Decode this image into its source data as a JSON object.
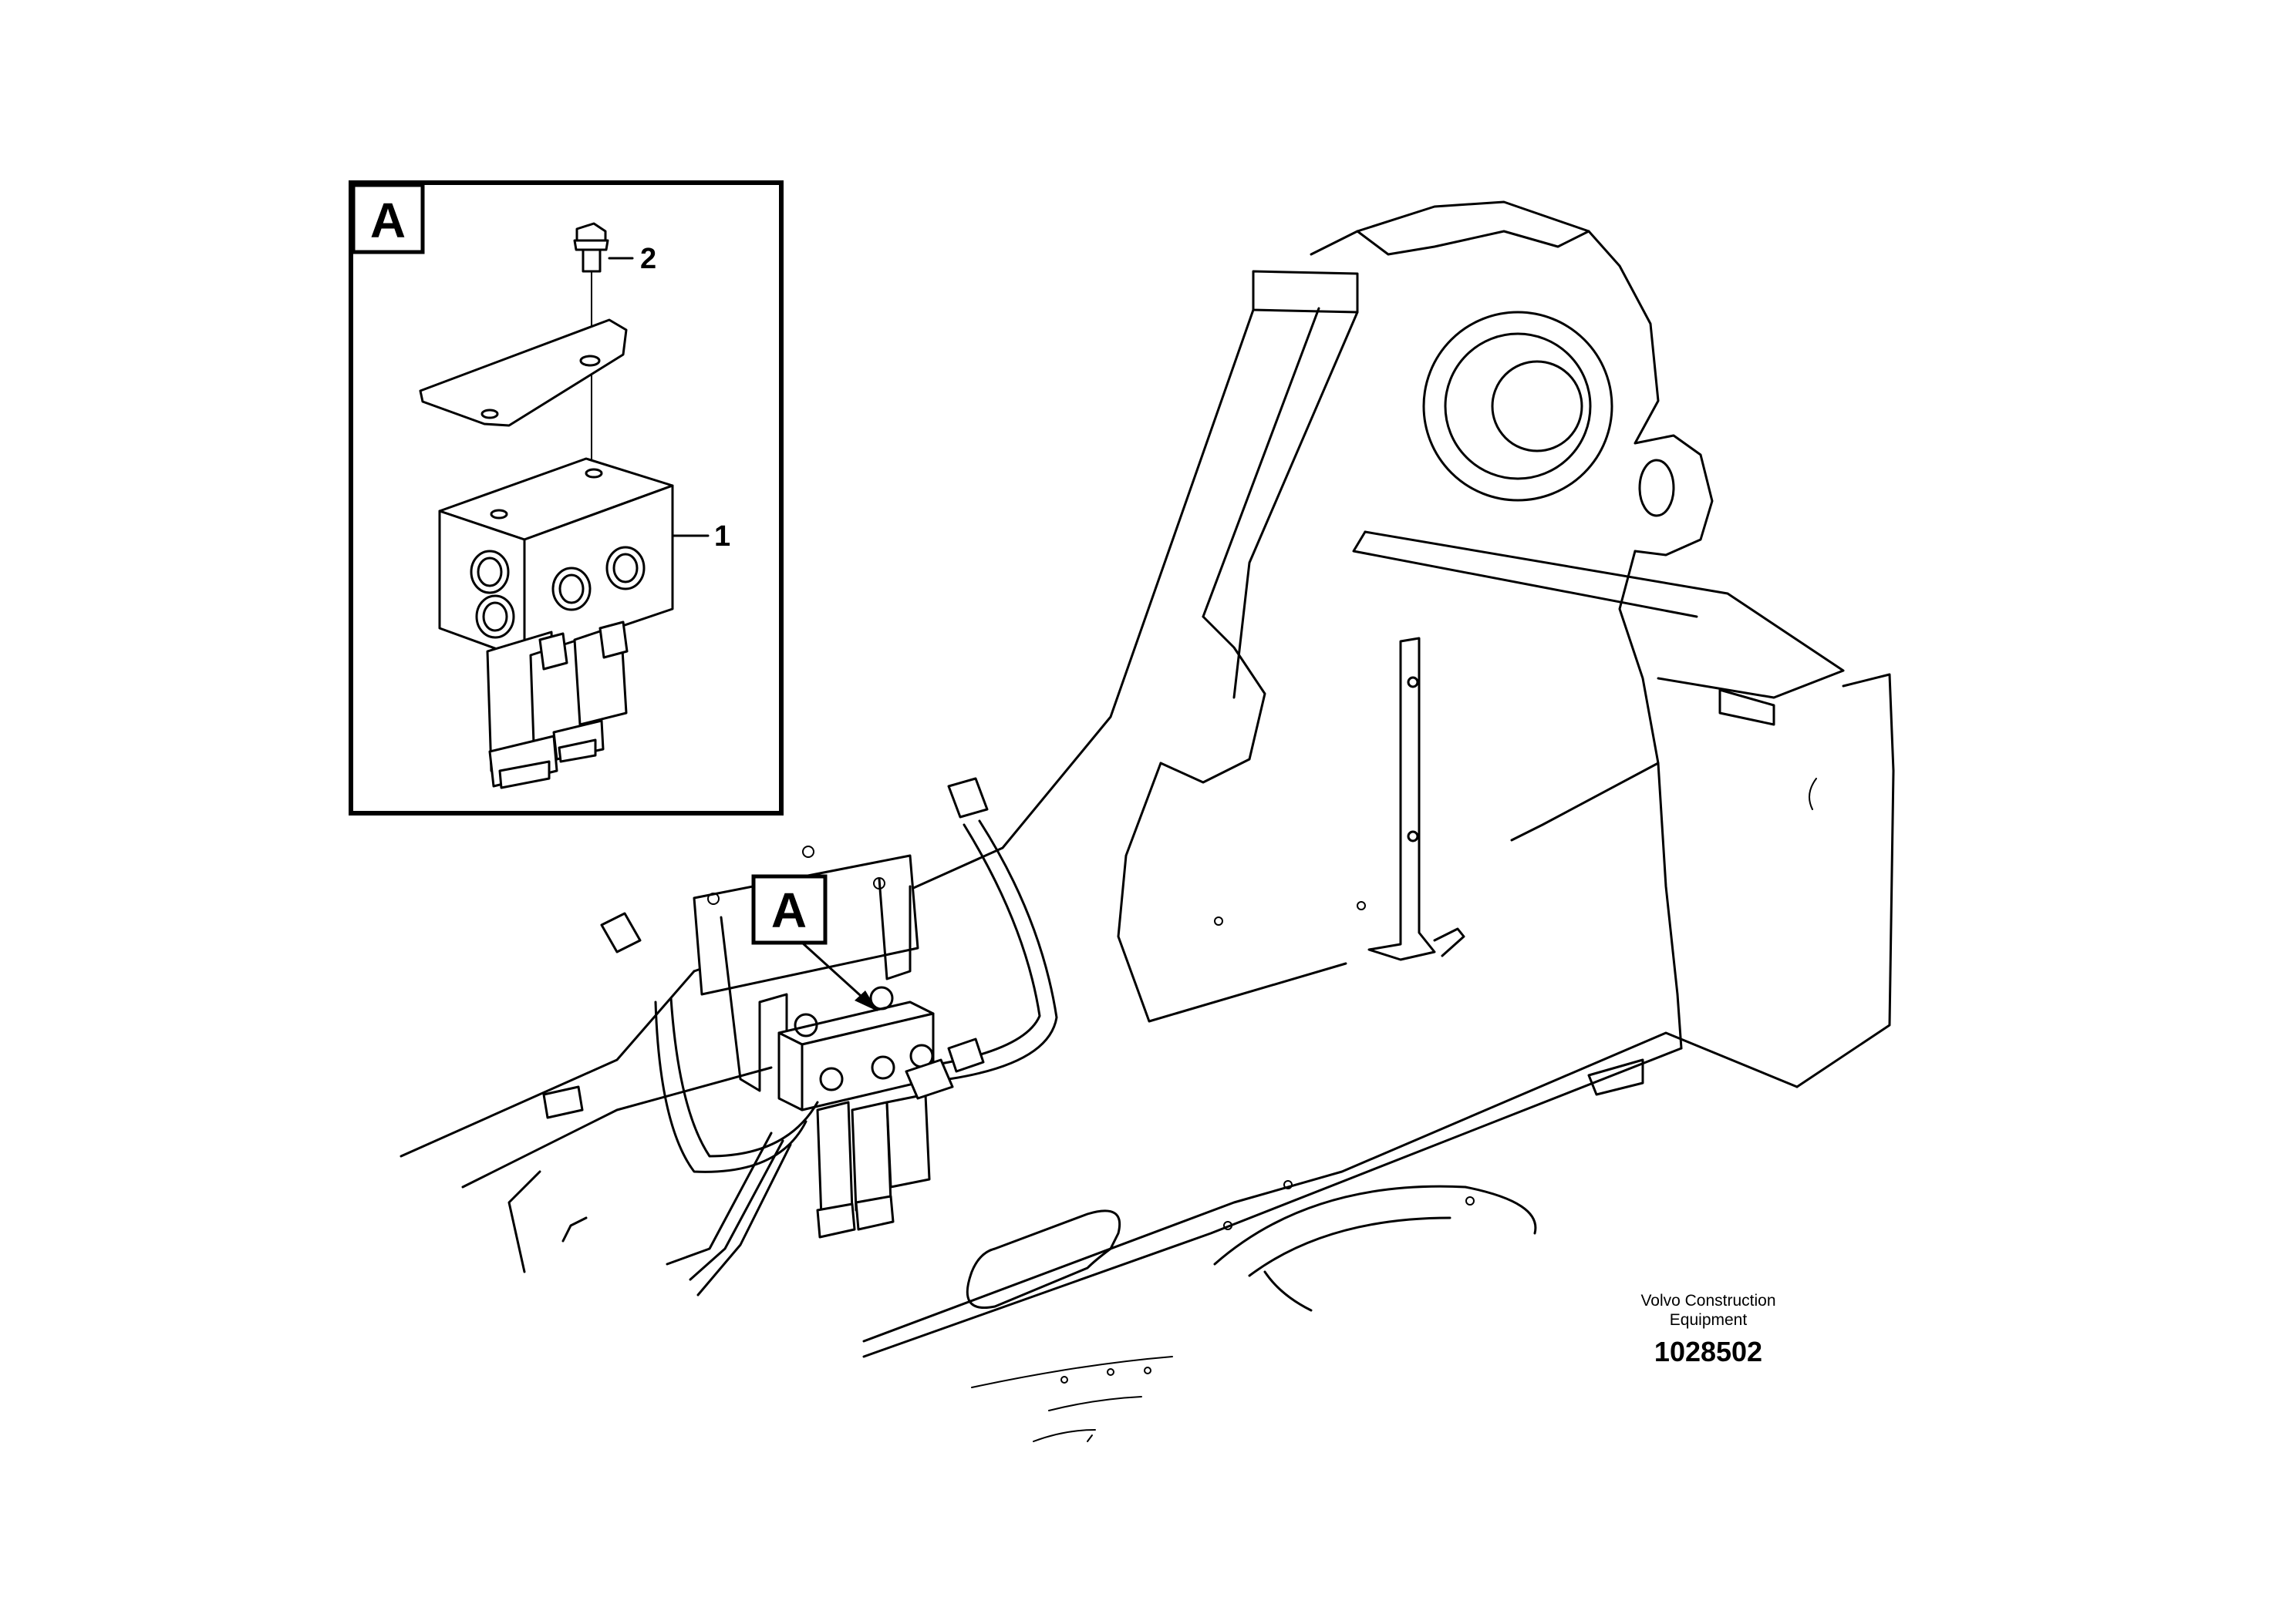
{
  "detail_view": {
    "callout_letter": "A",
    "parts": [
      {
        "number": "1"
      },
      {
        "number": "2"
      }
    ]
  },
  "main_view": {
    "callout_letter": "A"
  },
  "footer": {
    "company_line1": "Volvo Construction",
    "company_line2": "Equipment",
    "drawing_number": "1028502"
  }
}
